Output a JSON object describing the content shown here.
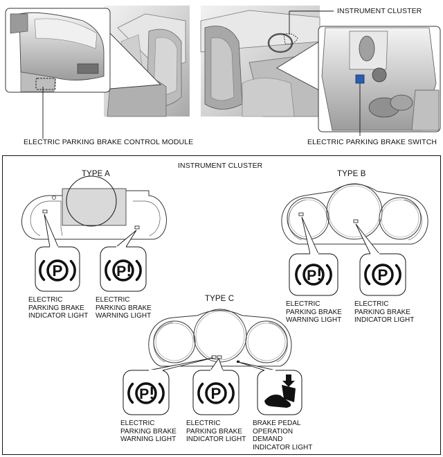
{
  "top": {
    "module_label": "ELECTRIC PARKING BRAKE CONTROL MODULE",
    "cluster_label": "INSTRUMENT CLUSTER",
    "switch_label": "ELECTRIC PARKING BRAKE SWITCH"
  },
  "box": {
    "title": "INSTRUMENT CLUSTER",
    "type_a": {
      "title": "TYPE A",
      "left": [
        "ELECTRIC",
        "PARKING BRAKE",
        "INDICATOR LIGHT"
      ],
      "right": [
        "ELECTRIC",
        "PARKING BRAKE",
        "WARNING LIGHT"
      ]
    },
    "type_b": {
      "title": "TYPE B",
      "left": [
        "ELECTRIC",
        "PARKING BRAKE",
        "WARNING LIGHT"
      ],
      "right": [
        "ELECTRIC",
        "PARKING BRAKE",
        "INDICATOR LIGHT"
      ]
    },
    "type_c": {
      "title": "TYPE C",
      "left": [
        "ELECTRIC",
        "PARKING BRAKE",
        "WARNING LIGHT"
      ],
      "middle": [
        "ELECTRIC",
        "PARKING BRAKE",
        "INDICATOR LIGHT"
      ],
      "right": [
        "BRAKE PEDAL",
        "OPERATION",
        "DEMAND",
        "INDICATOR LIGHT"
      ]
    }
  },
  "icons": {
    "park_symbol": "P",
    "warn_symbol": "P!"
  }
}
